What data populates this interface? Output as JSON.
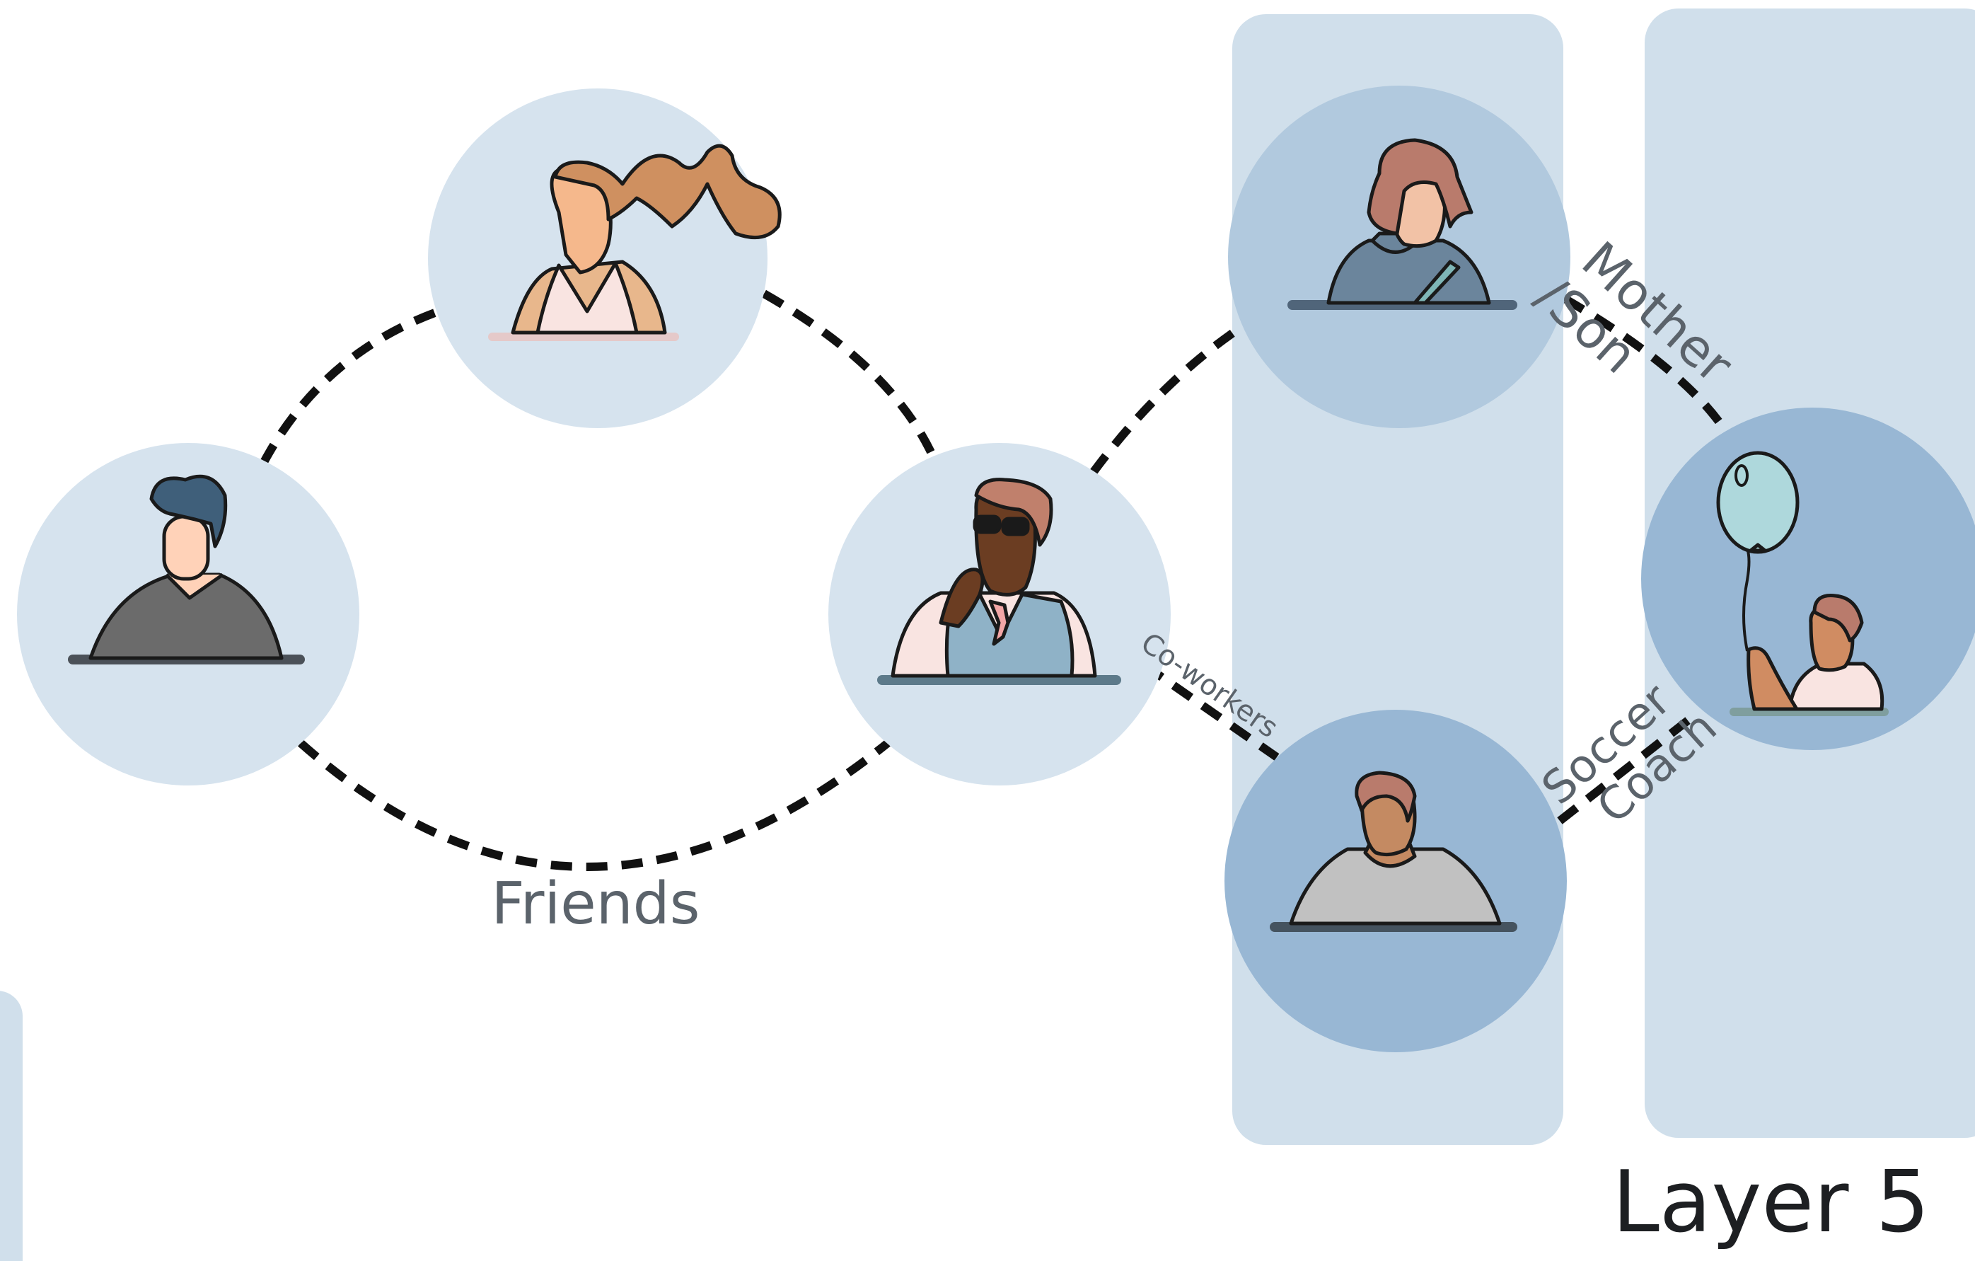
{
  "diagram": {
    "layer_title": "Layer 5",
    "people": [
      {
        "id": "man-gray-shirt",
        "icon": "person-icon"
      },
      {
        "id": "woman-ponytail",
        "icon": "person-icon"
      },
      {
        "id": "man-glasses-vest",
        "icon": "person-icon"
      },
      {
        "id": "mother",
        "icon": "person-icon"
      },
      {
        "id": "coach",
        "icon": "person-icon"
      },
      {
        "id": "child-balloon",
        "icon": "person-with-balloon-icon"
      }
    ],
    "relationships": {
      "friends": "Friends",
      "coworkers": "Co-workers",
      "mother_son_line1": "Mother",
      "mother_son_line2": "/Son",
      "soccer_coach_line1": "Soccer",
      "soccer_coach_line2": "Coach"
    },
    "colors": {
      "light_circle": "#d6e3ee",
      "column_panel": "#d0dfeb",
      "mid_circle": "#b1c9de",
      "dark_circle": "#98b7d4",
      "dashed_line": "#111111",
      "label": "#5b636b"
    }
  }
}
